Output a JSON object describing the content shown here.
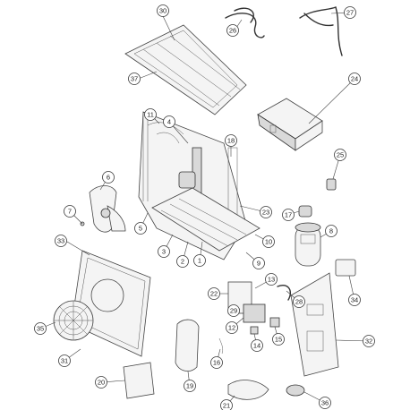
{
  "diagram": {
    "callouts": [
      {
        "label": "30"
      },
      {
        "label": "26"
      },
      {
        "label": "27"
      },
      {
        "label": "37"
      },
      {
        "label": "24"
      },
      {
        "label": "11"
      },
      {
        "label": "4"
      },
      {
        "label": "18"
      },
      {
        "label": "25"
      },
      {
        "label": "6"
      },
      {
        "label": "7"
      },
      {
        "label": "5"
      },
      {
        "label": "23"
      },
      {
        "label": "17"
      },
      {
        "label": "8"
      },
      {
        "label": "10"
      },
      {
        "label": "33"
      },
      {
        "label": "3"
      },
      {
        "label": "2"
      },
      {
        "label": "1"
      },
      {
        "label": "9"
      },
      {
        "label": "13"
      },
      {
        "label": "22"
      },
      {
        "label": "28"
      },
      {
        "label": "34"
      },
      {
        "label": "29"
      },
      {
        "label": "35"
      },
      {
        "label": "12"
      },
      {
        "label": "14"
      },
      {
        "label": "15"
      },
      {
        "label": "31"
      },
      {
        "label": "16"
      },
      {
        "label": "32"
      },
      {
        "label": "20"
      },
      {
        "label": "19"
      },
      {
        "label": "21"
      },
      {
        "label": "36"
      }
    ]
  }
}
